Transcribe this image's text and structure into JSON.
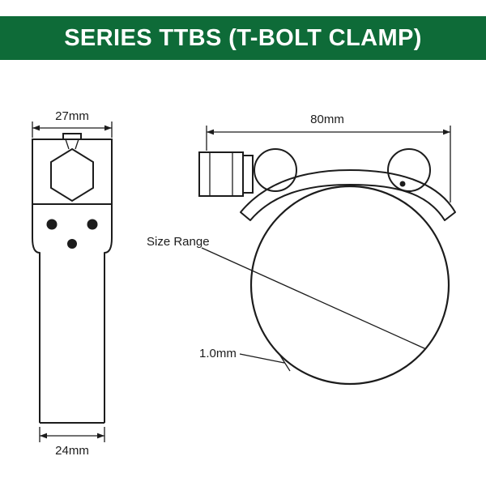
{
  "header": {
    "title": "SERIES TTBS (T-BOLT CLAMP)",
    "background_color": "#0e6b38",
    "text_color": "#ffffff"
  },
  "diagram": {
    "line_color": "#1c1c1c",
    "front_view": {
      "top_width_label": "27mm",
      "band_width_label": "24mm"
    },
    "side_view": {
      "overall_width_label": "80mm",
      "size_range_label": "Size Range",
      "band_thickness_label": "1.0mm"
    }
  }
}
